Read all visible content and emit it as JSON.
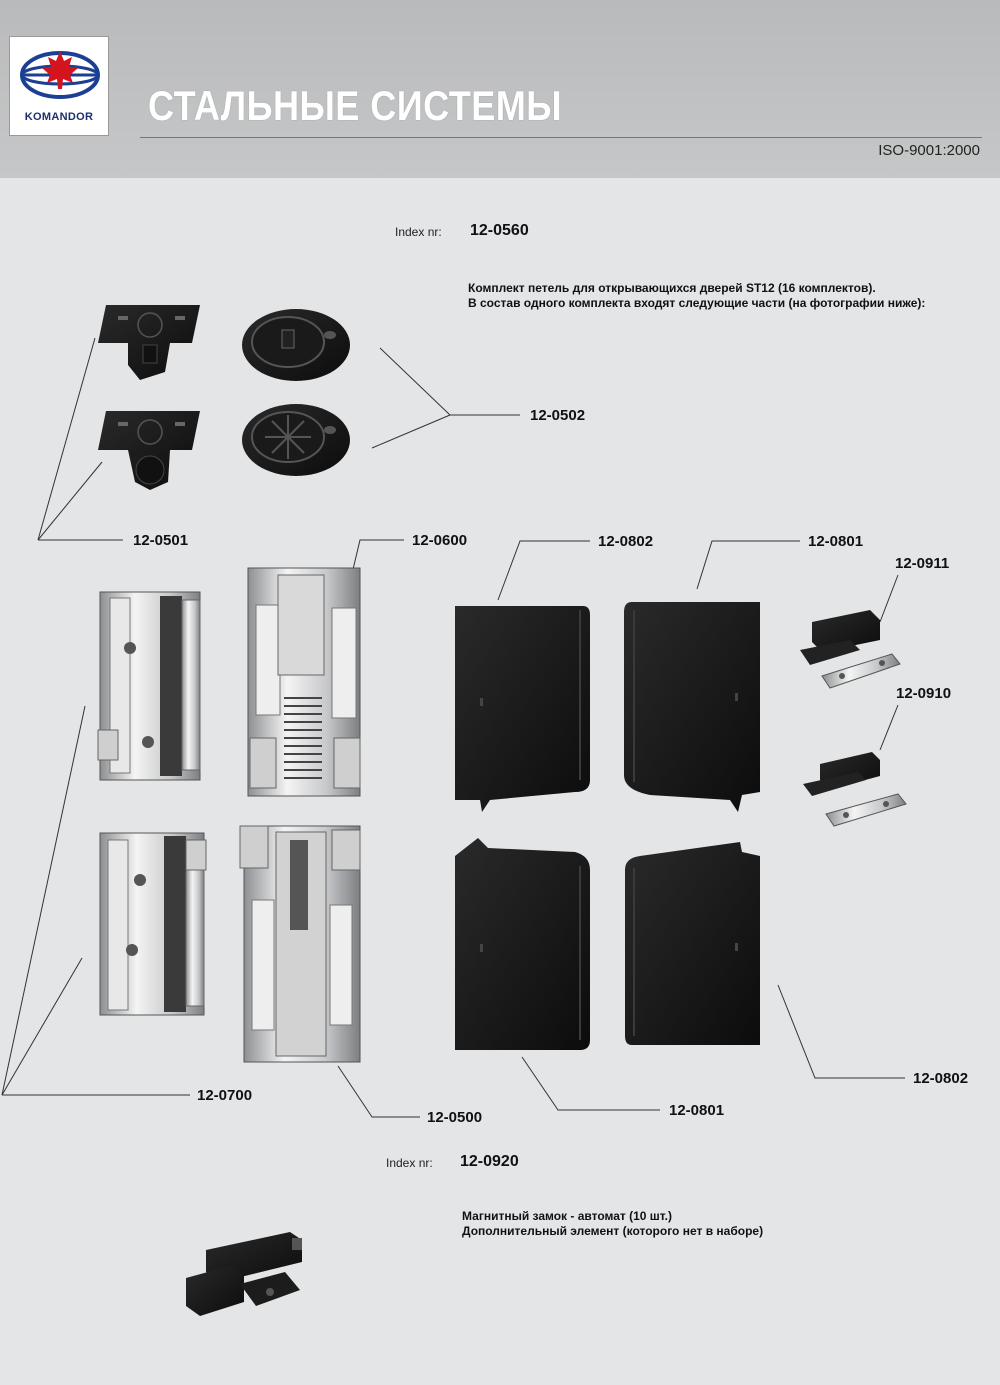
{
  "header": {
    "brand": "KOMANDOR",
    "title": "СТАЛЬНЫЕ СИСТЕМЫ",
    "certification": "ISO-9001:2000"
  },
  "section1": {
    "index_label": "Index nr:",
    "index_value": "12-0560",
    "description_line1": "Комплект петель для открывающихся дверей ST12 (16 комплектов).",
    "description_line2": "В состав одного комплекта входят следующие части (на фотографии ниже):"
  },
  "parts": {
    "code_0502": "12-0502",
    "code_0501": "12-0501",
    "code_0600": "12-0600",
    "code_0802_top": "12-0802",
    "code_0801_top": "12-0801",
    "code_0911": "12-0911",
    "code_0910": "12-0910",
    "code_0700": "12-0700",
    "code_0500": "12-0500",
    "code_0801_bottom": "12-0801",
    "code_0802_bottom": "12-0802"
  },
  "section2": {
    "index_label": "Index nr:",
    "index_value": "12-0920",
    "description_line1": "Магнитный замок - автомат (10 шт.)",
    "description_line2": "Дополнительный элемент (которого нет в наборе)"
  }
}
